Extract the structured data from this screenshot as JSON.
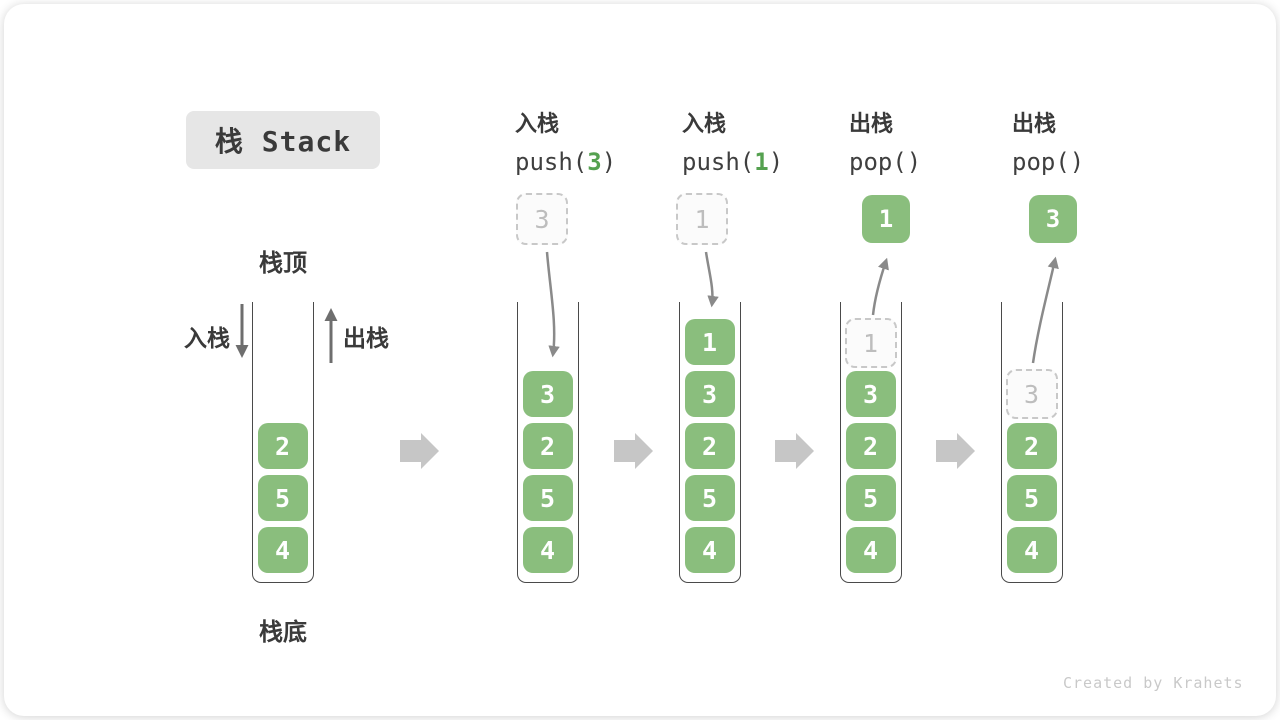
{
  "title": "栈 Stack",
  "legend": {
    "stack_top": "栈顶",
    "stack_bottom": "栈底",
    "push": "入栈",
    "pop": "出栈"
  },
  "operations": [
    {
      "action": "入栈",
      "code_pre": "push(",
      "arg": "3",
      "code_post": ")"
    },
    {
      "action": "入栈",
      "code_pre": "push(",
      "arg": "1",
      "code_post": ")"
    },
    {
      "action": "出栈",
      "code_pre": "pop(",
      "arg": "",
      "code_post": ")"
    },
    {
      "action": "出栈",
      "code_pre": "pop(",
      "arg": "",
      "code_post": ")"
    }
  ],
  "stacks": [
    {
      "cells": [
        "2",
        "5",
        "4"
      ]
    },
    {
      "incoming": "3",
      "cells": [
        "3",
        "2",
        "5",
        "4"
      ]
    },
    {
      "incoming": "1",
      "cells": [
        "1",
        "3",
        "2",
        "5",
        "4"
      ]
    },
    {
      "outgoing": "1",
      "ghost": "1",
      "cells": [
        "3",
        "2",
        "5",
        "4"
      ]
    },
    {
      "outgoing": "3",
      "ghost": "3",
      "cells": [
        "2",
        "5",
        "4"
      ]
    }
  ],
  "watermark": "Created by Krahets",
  "colors": {
    "cell_green": "#8ABE7D",
    "code_arg_green": "#55A150",
    "flow_arrow": "#8A8A8A",
    "step_arrow": "#C6C6C6",
    "ghost_border": "#C8C8C8",
    "ghost_text": "#BDBDBD",
    "title_bg": "#E6E6E6",
    "text": "#3A3A3A",
    "wall": "#4A4A4A",
    "watermark": "#C9C9C9"
  }
}
